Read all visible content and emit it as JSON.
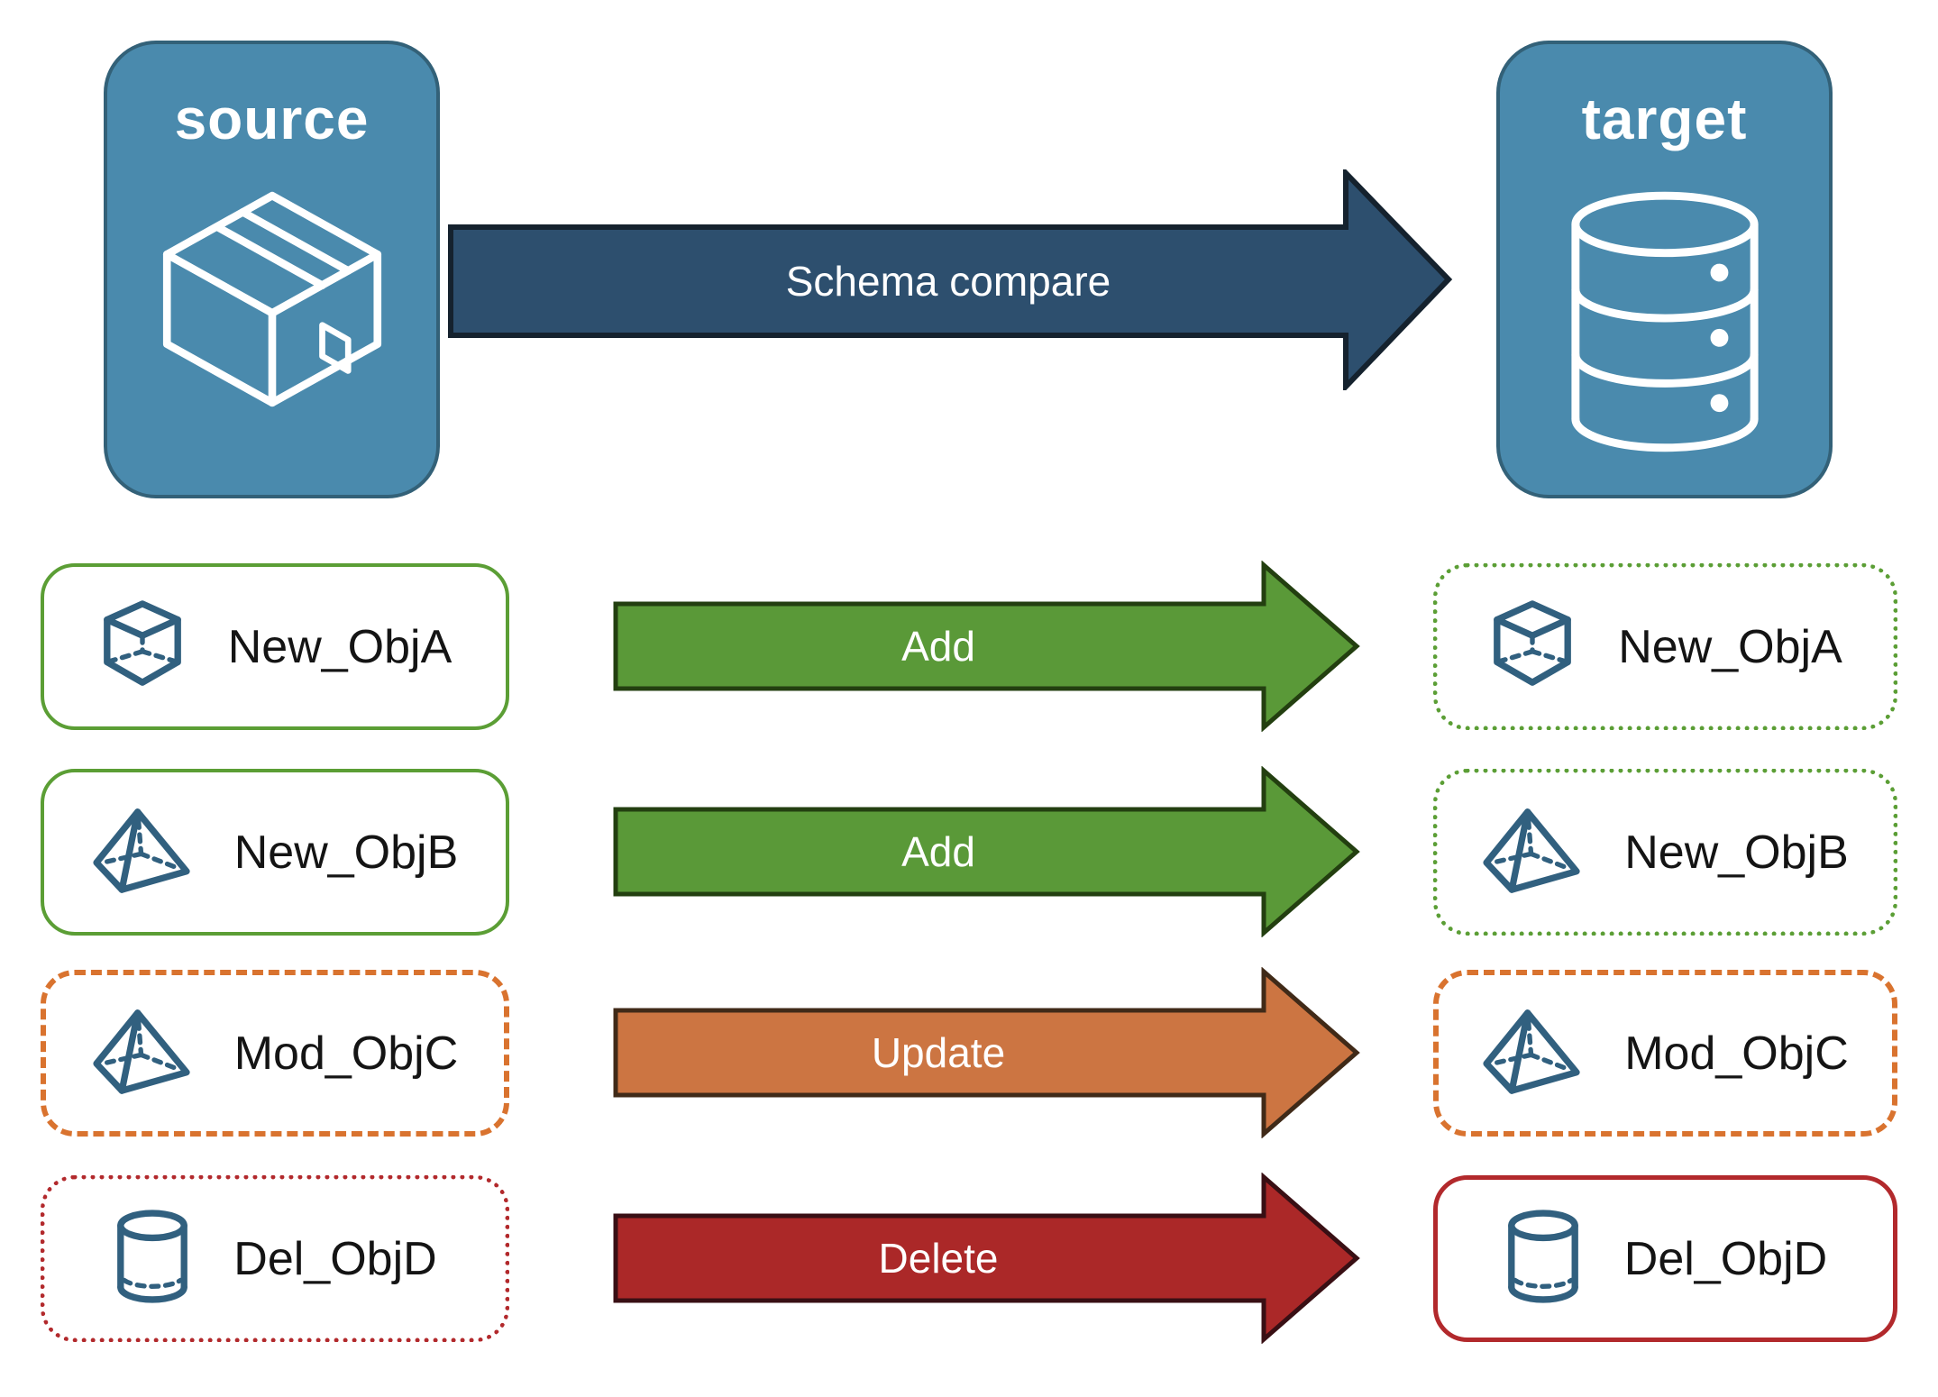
{
  "nodes": {
    "source": {
      "label": "source",
      "icon": "package-box-icon",
      "fill": "#4a8aad"
    },
    "target": {
      "label": "target",
      "icon": "database-icon",
      "fill": "#4a8aad"
    }
  },
  "schema_compare": {
    "label": "Schema compare",
    "fill": "#2d4f6e"
  },
  "rows": [
    {
      "object": "New_ObjA",
      "icon": "cube-icon",
      "action": "Add",
      "action_color": "#5a9938",
      "box_color": "#5b9e35",
      "source_border_style": "solid",
      "target_border_style": "dotted"
    },
    {
      "object": "New_ObjB",
      "icon": "pyramid-icon",
      "action": "Add",
      "action_color": "#5a9938",
      "box_color": "#5b9e35",
      "source_border_style": "solid",
      "target_border_style": "dotted"
    },
    {
      "object": "Mod_ObjC",
      "icon": "pyramid-icon",
      "action": "Update",
      "action_color": "#cc7542",
      "box_color": "#d9732f",
      "source_border_style": "dashed",
      "target_border_style": "dashed"
    },
    {
      "object": "Del_ObjD",
      "icon": "cylinder-icon",
      "action": "Delete",
      "action_color": "#ab2828",
      "box_color": "#b2292c",
      "source_border_style": "dotted",
      "target_border_style": "solid"
    }
  ],
  "icon_stroke_color": "#31607f"
}
